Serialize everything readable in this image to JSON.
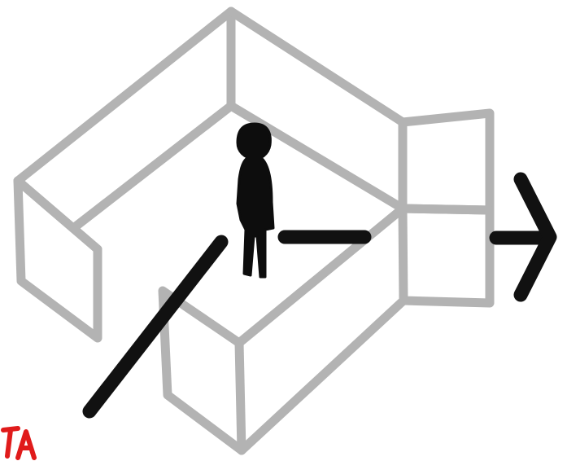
{
  "drawing": {
    "wall_color": "#b3b3b3",
    "path_color": "#111111",
    "figure_color": "#0d0d0d",
    "signature_color": "#e01b1b",
    "elements": {
      "walls": "isometric-wall-outline",
      "figure": "standing-person-silhouette",
      "path": "arrow-path",
      "signature": "artist-signature"
    },
    "signature_text": "TA"
  }
}
